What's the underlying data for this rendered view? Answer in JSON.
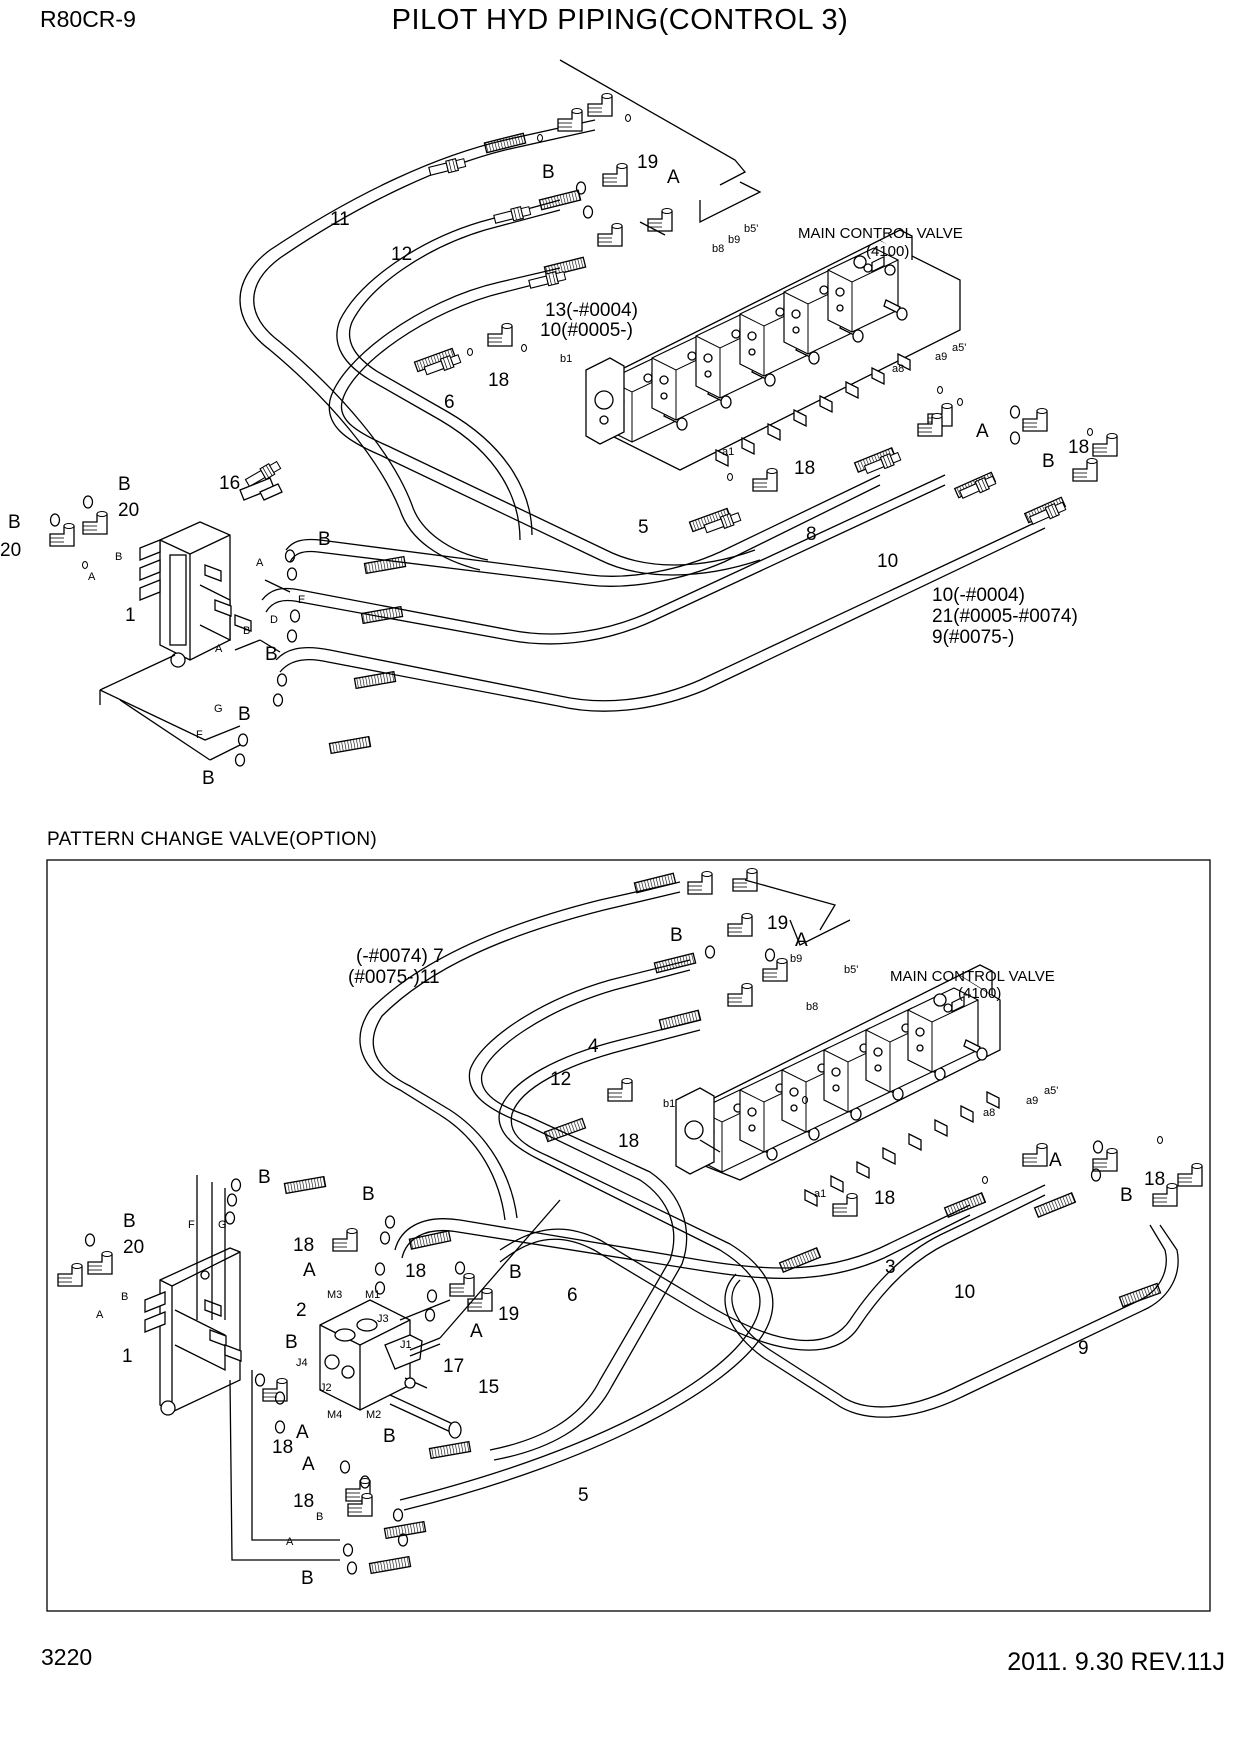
{
  "header": {
    "model": "R80CR-9",
    "title": "PILOT HYD PIPING(CONTROL 3)"
  },
  "footer": {
    "page": "3220",
    "revision": "2011. 9.30 REV.11J"
  },
  "top_view": {
    "valve_name": "MAIN CONTROL VALVE",
    "valve_code": "(4100)",
    "callouts": {
      "c11": "11",
      "c12": "12",
      "c19": "19",
      "cB1": "B",
      "cA1": "A",
      "c13a": "13(-#0004)",
      "c13b": "10(#0005-)",
      "c18a": "18",
      "c6": "6",
      "c18b": "18",
      "cA2": "A",
      "cB2": "B",
      "c18c": "18",
      "c5": "5",
      "c8": "8",
      "c10": "10",
      "c10n1": "10(-#0004)",
      "c10n2": "21(#0005-#0074)",
      "c10n3": "9(#0075-)",
      "c16": "16",
      "cB3": "B",
      "c20a": "20",
      "cB4": "B",
      "c20b": "20",
      "c1": "1",
      "cB5": "B",
      "cB6": "B",
      "cB7": "B",
      "cB8": "B"
    },
    "ports": {
      "b5p": "b5'",
      "b9": "b9",
      "b8": "b8",
      "b1": "b1",
      "a1": "a1",
      "a5p": "a5'",
      "a9": "a9",
      "a8": "a8",
      "pA1": "A",
      "pB1": "B",
      "pA2": "A",
      "pE": "E",
      "pD": "D",
      "pB2": "B",
      "pA3": "A",
      "pG": "G",
      "pF": "F"
    }
  },
  "bottom_view": {
    "section_title": "PATTERN CHANGE VALVE(OPTION)",
    "valve_name": "MAIN CONTROL VALVE",
    "valve_code": "(4100)",
    "callouts": {
      "c7a": "(-#0074) 7",
      "c7b": "(#0075-)11",
      "cB1": "B",
      "c19": "19",
      "cA1": "A",
      "c4": "4",
      "c12": "12",
      "c18a": "18",
      "cA2": "A",
      "c18b": "18",
      "cB2": "B",
      "c18c": "18",
      "c3": "3",
      "c10": "10",
      "c9": "9",
      "c6": "6",
      "cB3": "B",
      "cB4": "B",
      "c20": "20",
      "cB5": "B",
      "c18d": "18",
      "cA3": "A",
      "c18e": "18",
      "cB6": "B",
      "c2": "2",
      "cA4": "A",
      "c19b": "19",
      "c1": "1",
      "cB7": "B",
      "c17": "17",
      "c15": "15",
      "cA5": "A",
      "c18f": "18",
      "cA6": "A",
      "cB8": "B",
      "c18g": "18",
      "c5": "5",
      "cB9": "B"
    },
    "ports": {
      "b9": "b9",
      "b5p": "b5'",
      "b8": "b8",
      "b1": "b1",
      "a1": "a1",
      "a5p": "a5'",
      "a9": "a9",
      "a8": "a8",
      "M3": "M3",
      "M1": "M1",
      "J3": "J3",
      "J1": "J1",
      "J4": "J4",
      "J2": "J2",
      "M4": "M4",
      "M2": "M2",
      "pF": "F",
      "pG": "G",
      "pB": "B",
      "pA": "A",
      "pB2": "B",
      "pA2": "A"
    }
  }
}
